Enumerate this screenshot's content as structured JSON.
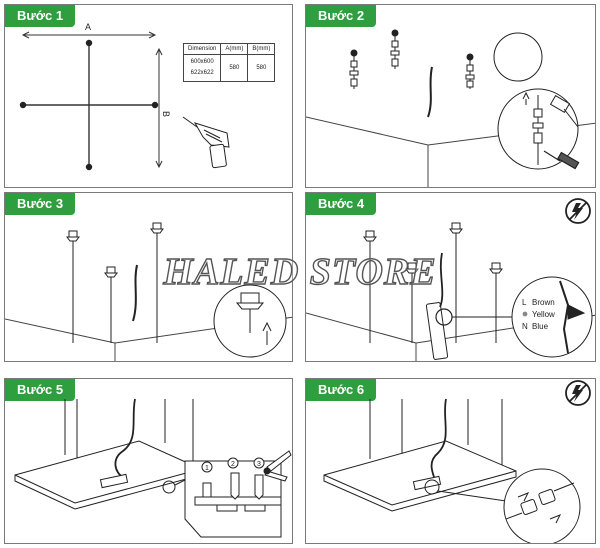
{
  "steps": [
    {
      "label": "Bước 1"
    },
    {
      "label": "Bước 2"
    },
    {
      "label": "Bước 3"
    },
    {
      "label": "Bước 4"
    },
    {
      "label": "Bước 5"
    },
    {
      "label": "Bước 6"
    }
  ],
  "step1": {
    "dim_a": "A",
    "dim_b": "B",
    "table": {
      "headers": [
        "Dimension",
        "A(mm)",
        "B(mm)"
      ],
      "rows": [
        [
          "600x600",
          "580",
          "580"
        ],
        [
          "622x622",
          "",
          ""
        ]
      ]
    }
  },
  "step4": {
    "wiring": [
      {
        "letter": "L",
        "color": "Brown"
      },
      {
        "letter": "",
        "color": "Yellow"
      },
      {
        "letter": "N",
        "color": "Blue"
      }
    ]
  },
  "sub_steps": [
    "1",
    "2",
    "3"
  ],
  "watermark": "HALED STORE",
  "colors": {
    "accent": "#2f9e3f",
    "line": "#333333",
    "border": "#7a7a7a"
  },
  "icons": [
    "drill-icon",
    "hammer-icon",
    "screwdriver-icon",
    "no-power-icon",
    "pliers-icon"
  ]
}
